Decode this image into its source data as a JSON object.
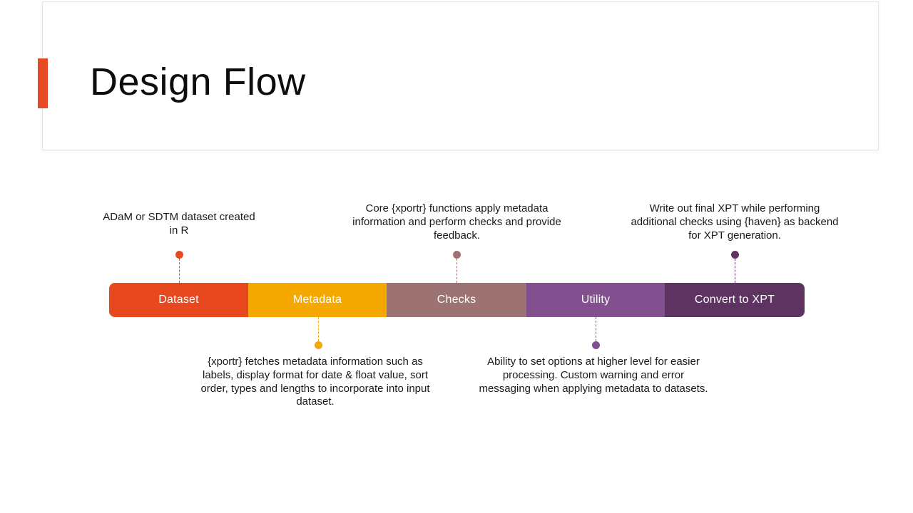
{
  "slide": {
    "title": "Design Flow",
    "accent_color": "#e64a22",
    "background": "#ffffff"
  },
  "process_bar": {
    "segments": [
      {
        "label": "Dataset",
        "color": "#e8481e"
      },
      {
        "label": "Metadata",
        "color": "#f5a800"
      },
      {
        "label": "Checks",
        "color": "#9d7272"
      },
      {
        "label": "Utility",
        "color": "#83508f"
      },
      {
        "label": "Convert to XPT",
        "color": "#5e3362"
      }
    ]
  },
  "annotations": [
    {
      "id": "dataset",
      "position": "above",
      "segment": "Dataset",
      "color": "#e8481e",
      "text": "ADaM or SDTM dataset created in R"
    },
    {
      "id": "metadata",
      "position": "below",
      "segment": "Metadata",
      "color": "#f5a800",
      "text": "{xportr} fetches metadata information such as labels, display format for date & float value, sort order, types and lengths to incorporate into input dataset."
    },
    {
      "id": "checks",
      "position": "above",
      "segment": "Checks",
      "color": "#9d7272",
      "text": "Core {xportr} functions apply metadata information and perform checks and provide feedback."
    },
    {
      "id": "utility",
      "position": "below",
      "segment": "Utility",
      "color": "#83508f",
      "text": "Ability to set options at higher level for easier processing. Custom warning and error messaging when applying metadata to datasets."
    },
    {
      "id": "convert",
      "position": "above",
      "segment": "Convert to XPT",
      "color": "#5e3362",
      "text": "Write out final XPT while performing additional checks using {haven} as backend for XPT generation."
    }
  ]
}
